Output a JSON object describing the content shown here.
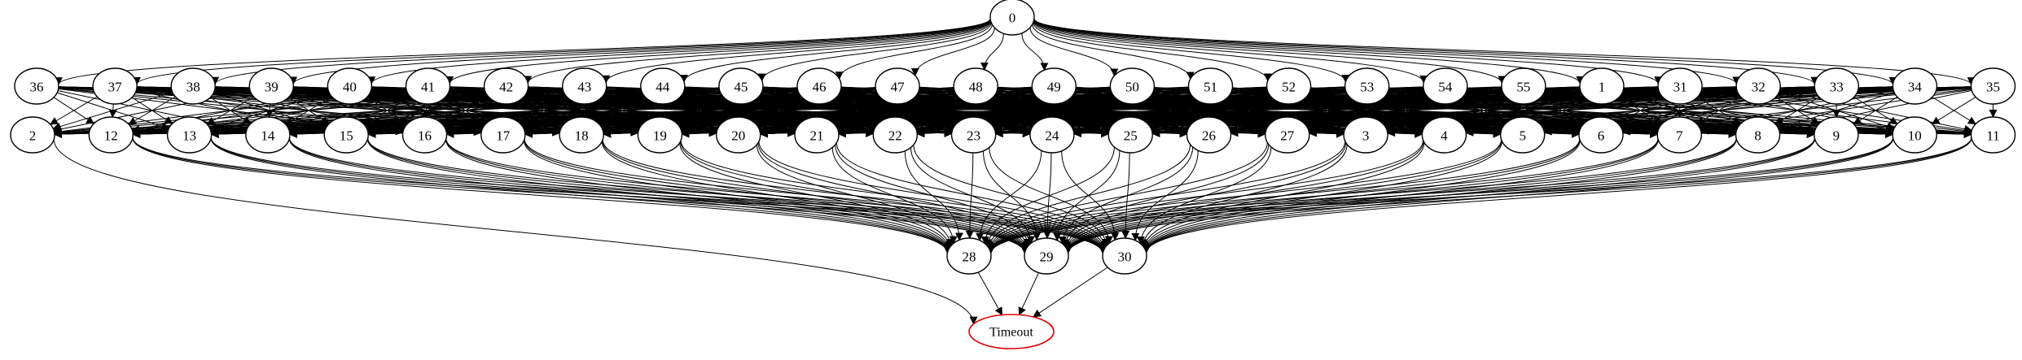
{
  "graph": {
    "root": "0",
    "layer1": [
      "36",
      "37",
      "38",
      "39",
      "40",
      "41",
      "42",
      "43",
      "44",
      "45",
      "46",
      "47",
      "48",
      "49",
      "50",
      "51",
      "52",
      "53",
      "54",
      "55",
      "1",
      "31",
      "32",
      "33",
      "34",
      "35"
    ],
    "layer2": [
      "2",
      "12",
      "13",
      "14",
      "15",
      "16",
      "17",
      "18",
      "19",
      "20",
      "21",
      "22",
      "23",
      "24",
      "25",
      "26",
      "27",
      "3",
      "4",
      "5",
      "6",
      "7",
      "8",
      "9",
      "10",
      "11"
    ],
    "layer3": [
      "28",
      "29",
      "30"
    ],
    "sink": "Timeout",
    "sink_color": "#e00000",
    "edge_color": "#000000",
    "edges": {
      "root_to_layer1": "all",
      "layer1_to_layer2": "dense",
      "layer2_to_layer3": "dense",
      "2_to_sink": true,
      "layer3_to_sink": "all"
    }
  }
}
